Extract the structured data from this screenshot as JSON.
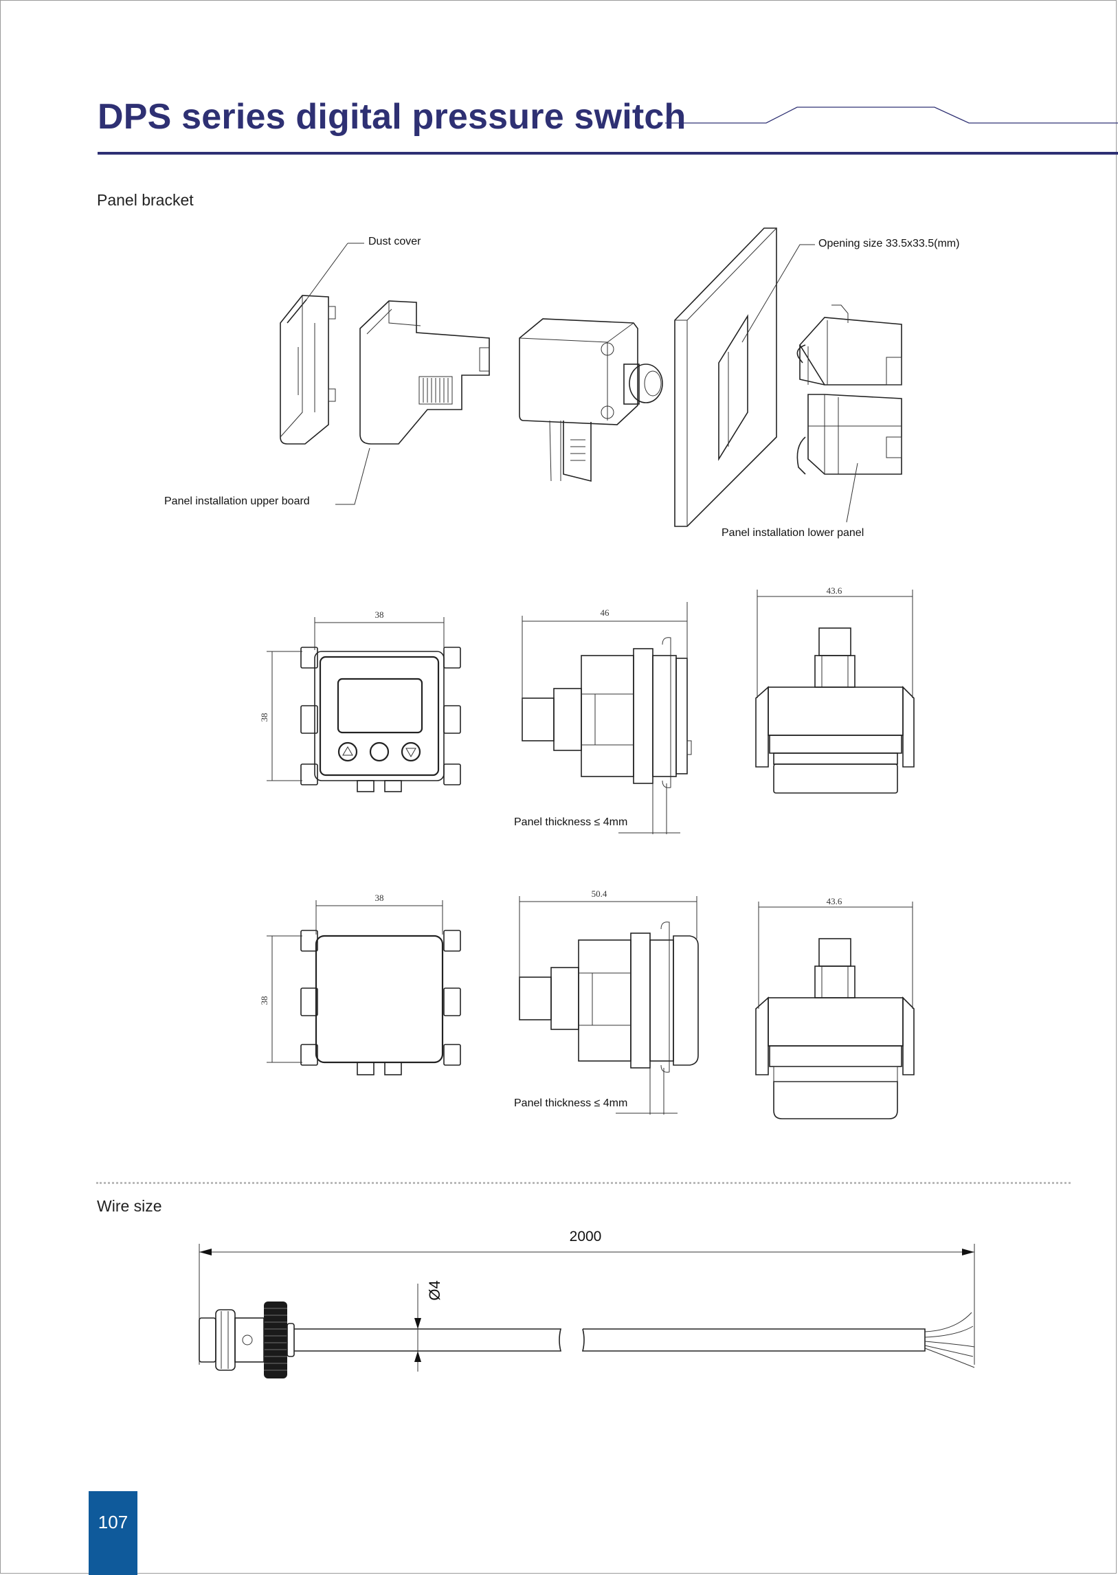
{
  "header": {
    "title": "DPS series digital pressure switch"
  },
  "sections": {
    "panel_bracket": "Panel bracket",
    "wire_size": "Wire size"
  },
  "callouts": {
    "dust_cover": "Dust cover",
    "opening_size": "Opening size 33.5x33.5(mm)",
    "upper_board": "Panel installation upper board",
    "lower_panel": "Panel installation lower panel",
    "panel_thickness_1": "Panel thickness ≤ 4mm",
    "panel_thickness_2": "Panel thickness ≤ 4mm"
  },
  "dimensions": {
    "row1": {
      "front_width": "38",
      "front_height": "38",
      "side_width": "46",
      "top_width": "43.6"
    },
    "row2": {
      "front_width": "38",
      "front_height": "38",
      "side_width": "50.4",
      "top_width": "43.6"
    },
    "wire_length": "2000",
    "wire_diameter": "Ø4"
  },
  "footer": {
    "page_number": "107"
  },
  "colors": {
    "brand": "#2e3073",
    "page_tab": "#0f5a9b"
  }
}
